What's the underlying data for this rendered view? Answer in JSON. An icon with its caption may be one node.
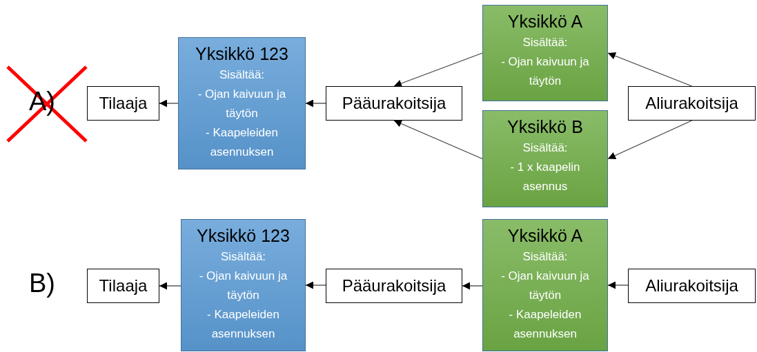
{
  "diagram": {
    "nodes": [
      {
        "text": [
          "Tilaaja"
        ]
      },
      {
        "text": [
          "Yksikkö 123",
          "Sisältää:",
          "- Ojan kaivuun ja täytön",
          "- Kaapeleiden asennuksen"
        ]
      },
      {
        "text": [
          "Pääurakoitsija"
        ]
      },
      {
        "text": [
          "Yksikkö A",
          "Sisältää:",
          "- Ojan kaivuun ja täytön"
        ]
      },
      {
        "text": [
          "Yksikkö B",
          "Sisältää:",
          "- 1 x kaapelin asennus"
        ]
      },
      {
        "text": [
          "Aliurakoitsija"
        ]
      },
      {
        "text": [
          "Tilaaja"
        ]
      },
      {
        "text": [
          "Yksikkö 123",
          "Sisältää:",
          "- Ojan kaivuun ja täytön",
          "- Kaapeleiden asennuksen"
        ]
      },
      {
        "text": [
          "Pääurakoitsija"
        ]
      },
      {
        "text": [
          "Yksikkö A",
          "Sisältää:",
          "- Ojan kaivuun ja täytön",
          "- Kaapeleiden asennuksen"
        ]
      },
      {
        "text": [
          "Aliurakoitsija"
        ]
      }
    ],
    "edges": [
      {
        "from": 1,
        "to": 0,
        "arrow": "to"
      },
      {
        "from": 2,
        "to": 1,
        "arrow": "to"
      },
      {
        "from": 3,
        "to": 2,
        "arrow": "to"
      },
      {
        "from": 4,
        "to": 2,
        "arrow": "to"
      },
      {
        "from": 5,
        "to": 3,
        "arrow": "to"
      },
      {
        "from": 5,
        "to": 4,
        "arrow": "to"
      },
      {
        "from": 7,
        "to": 6,
        "arrow": "to"
      },
      {
        "from": 8,
        "to": 7,
        "arrow": "to"
      },
      {
        "from": 9,
        "to": 8,
        "arrow": "to"
      },
      {
        "from": 10,
        "to": 9,
        "arrow": "to"
      }
    ],
    "labels": [
      "A)",
      "B)"
    ]
  }
}
